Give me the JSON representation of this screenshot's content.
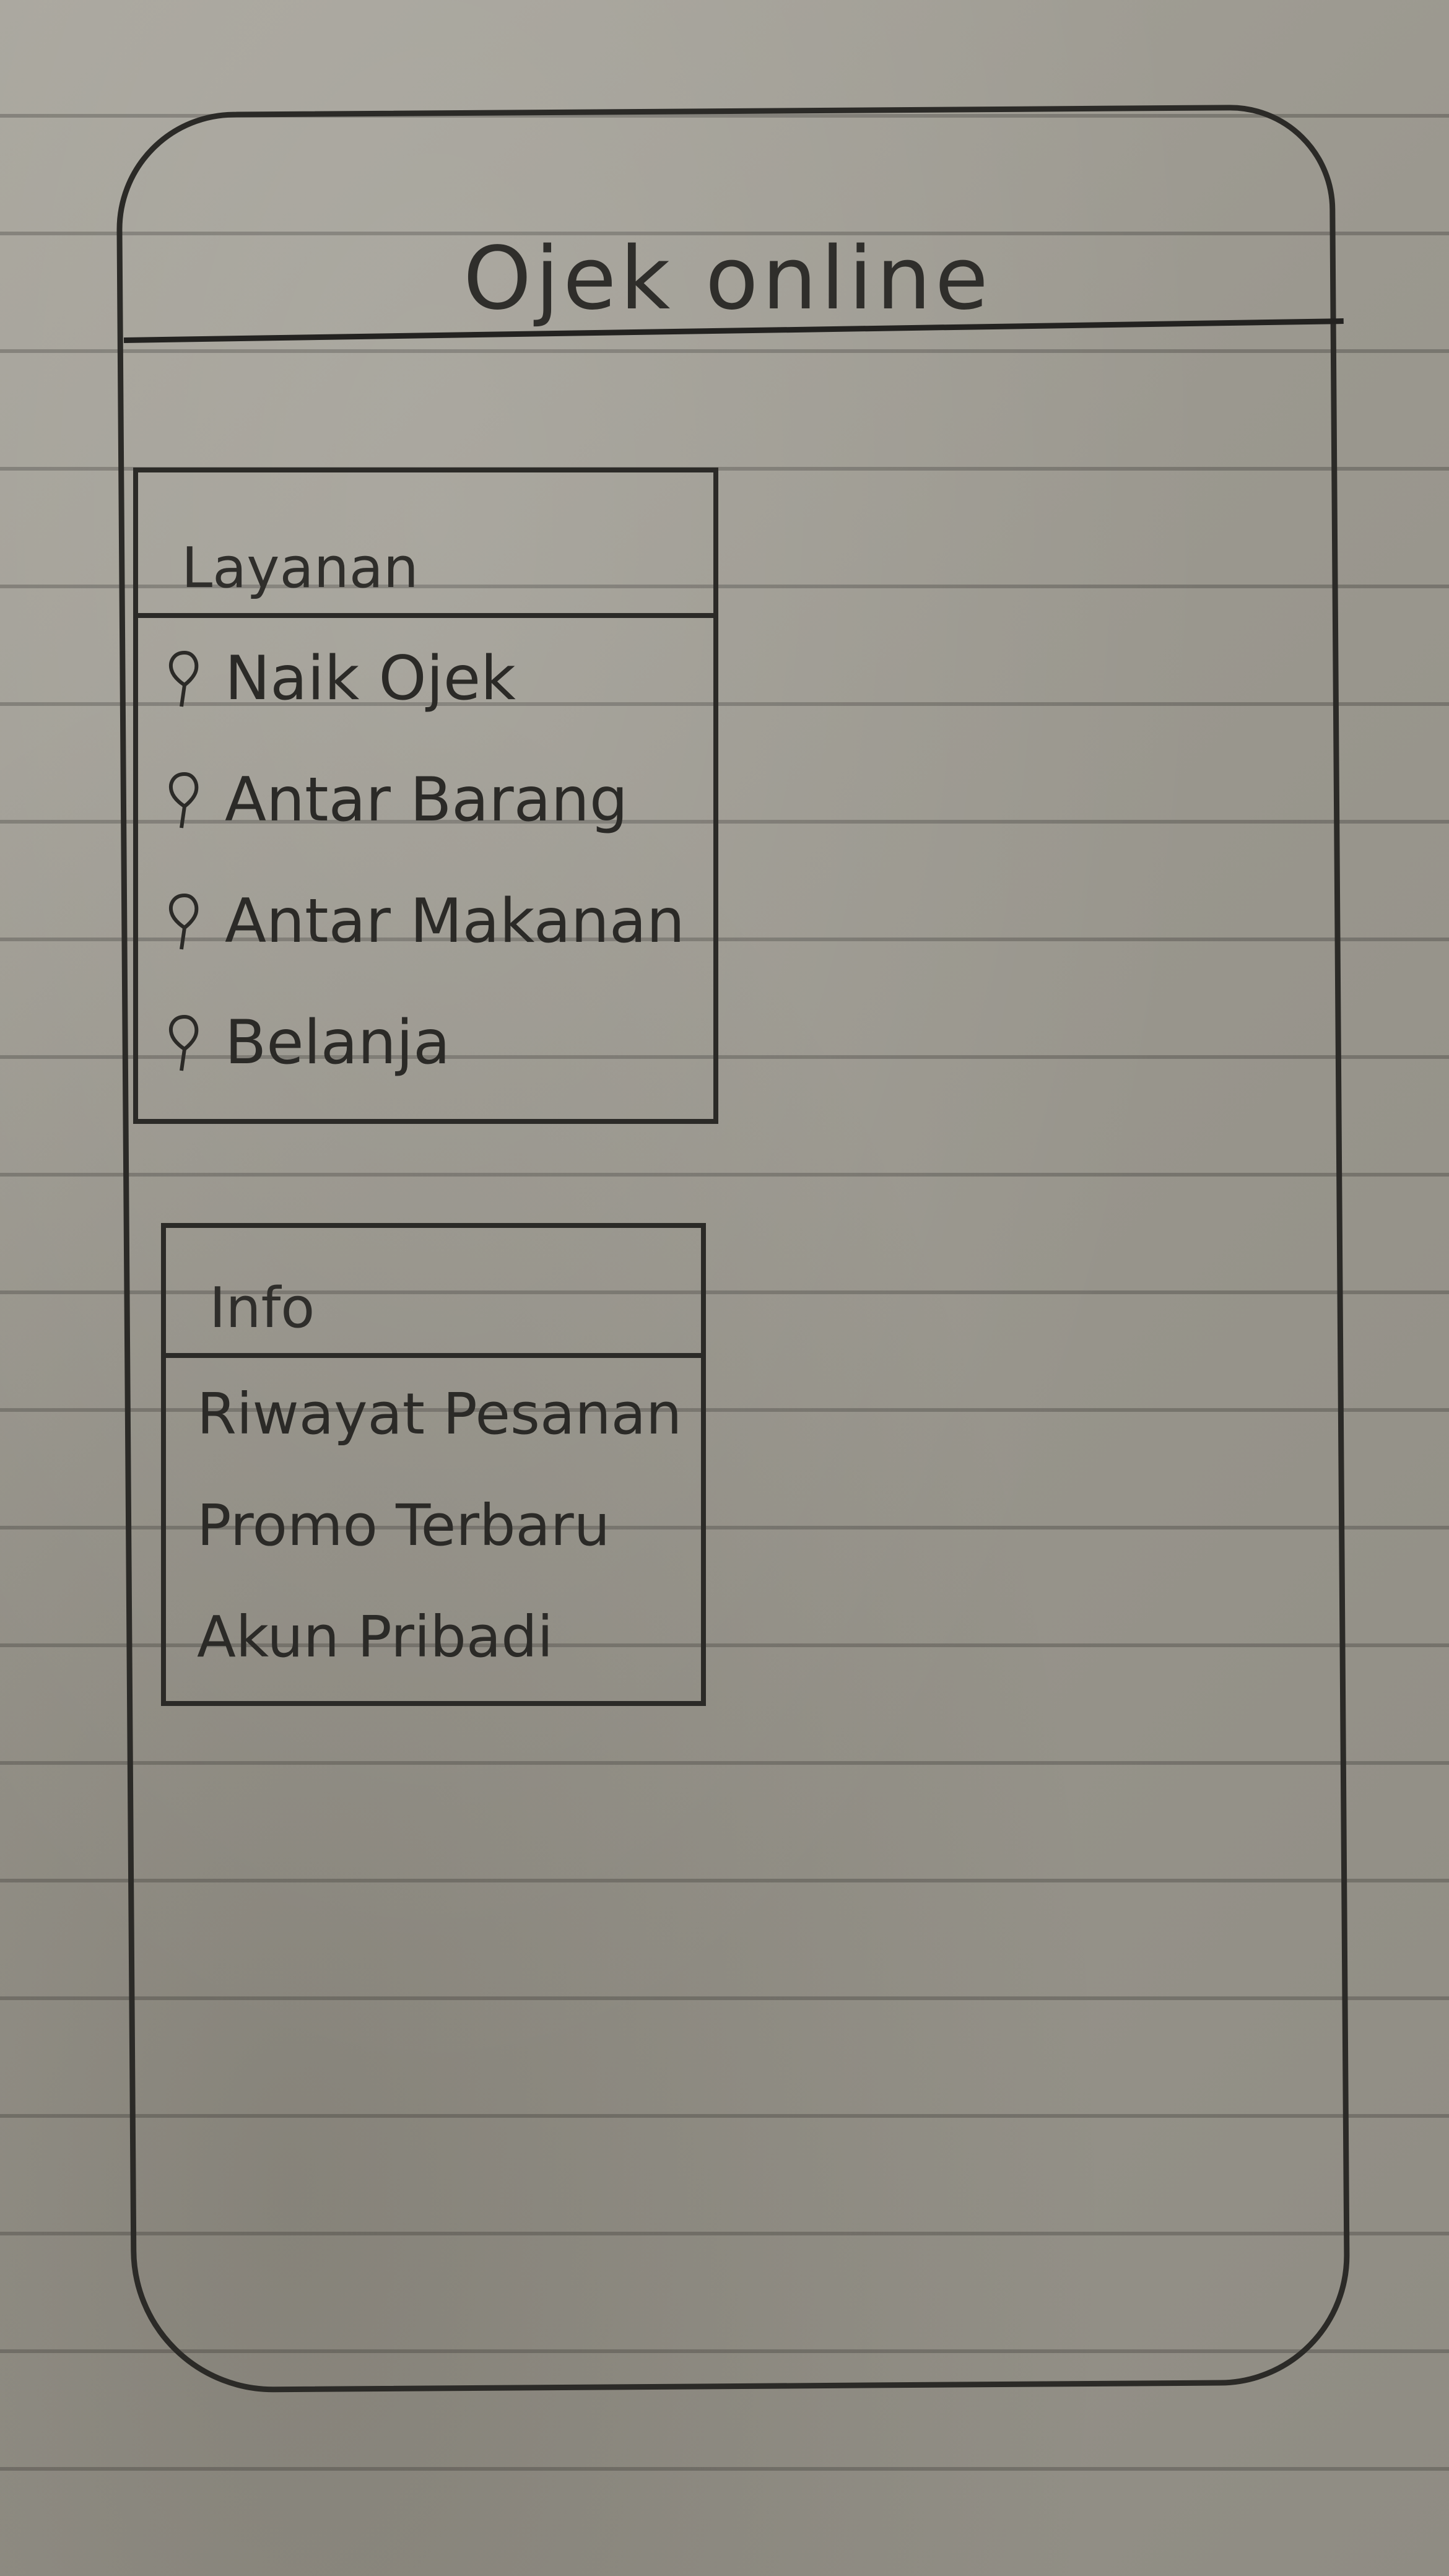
{
  "app": {
    "title": "Ojek online"
  },
  "layanan": {
    "header": "Layanan",
    "items": [
      {
        "label": "Naik Ojek",
        "icon": "pin-icon"
      },
      {
        "label": "Antar Barang",
        "icon": "pin-icon"
      },
      {
        "label": "Antar Makanan",
        "icon": "pin-icon"
      },
      {
        "label": "Belanja",
        "icon": "pin-icon"
      }
    ]
  },
  "info": {
    "header": "Info",
    "items": [
      {
        "label": "Riwayat Pesanan"
      },
      {
        "label": "Promo Terbaru"
      },
      {
        "label": "Akun Pribadi"
      }
    ]
  }
}
